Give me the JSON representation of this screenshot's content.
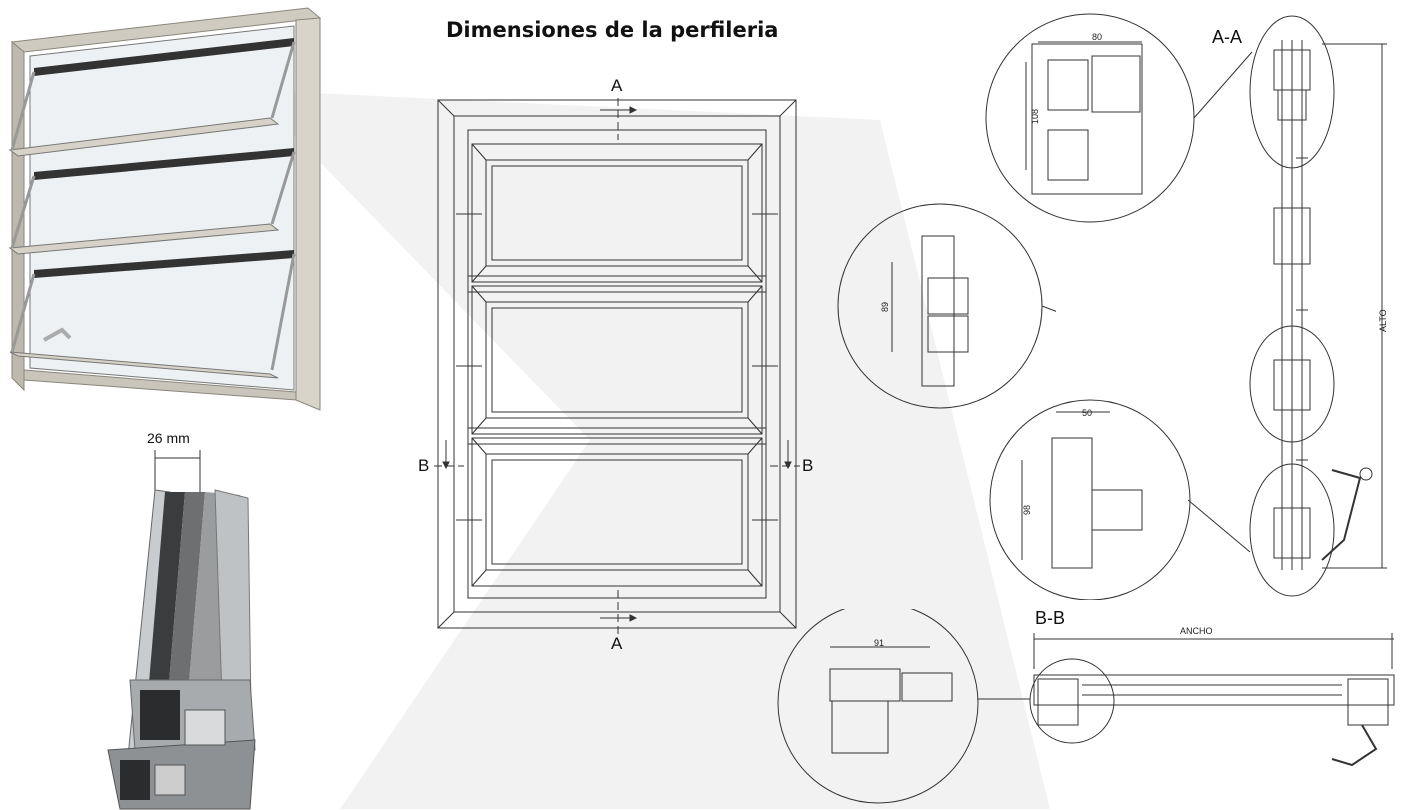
{
  "title": "Dimensiones de la perfileria",
  "profile_callout": {
    "glazing_width": "26 mm"
  },
  "elevation": {
    "section_marks": {
      "top": "A",
      "bottom": "A",
      "left": "B",
      "right": "B"
    }
  },
  "section_aa": {
    "label": "A-A",
    "height_label": "ALTO",
    "details": [
      {
        "dims": [
          "80",
          "108"
        ]
      },
      {
        "dims": [
          "89"
        ]
      },
      {
        "dims": [
          "50",
          "98"
        ]
      }
    ]
  },
  "section_bb": {
    "label": "B-B",
    "width_label": "ANCHO",
    "detail": {
      "dims": [
        "91"
      ]
    }
  }
}
